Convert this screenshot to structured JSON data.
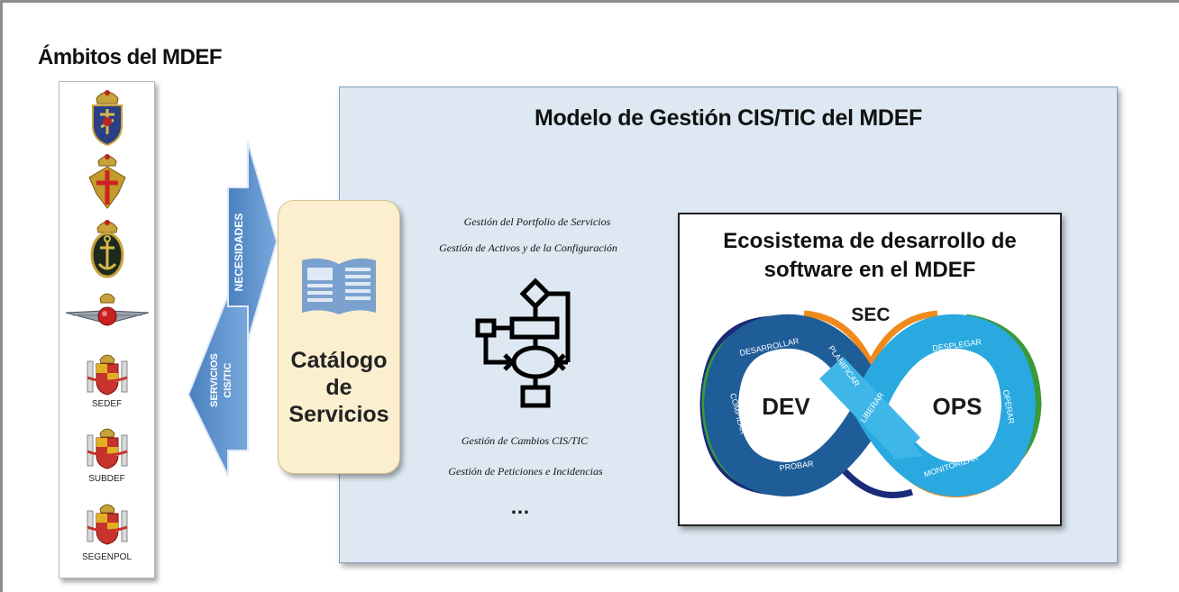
{
  "ambitos": {
    "title": "Ámbitos del MDEF",
    "emblems": [
      {
        "icon": "defense-staff-emblem-icon",
        "label": ""
      },
      {
        "icon": "army-emblem-icon",
        "label": ""
      },
      {
        "icon": "navy-emblem-icon",
        "label": ""
      },
      {
        "icon": "air-force-emblem-icon",
        "label": ""
      },
      {
        "icon": "spain-coat-of-arms-icon",
        "label": "SEDEF"
      },
      {
        "icon": "spain-coat-of-arms-icon",
        "label": "SUBDEF"
      },
      {
        "icon": "spain-coat-of-arms-icon",
        "label": "SEGENPOL"
      }
    ]
  },
  "arrows": {
    "up_label": "NECESIDADES",
    "down_label_line1": "SERVICIOS",
    "down_label_line2": "CIS/TIC",
    "color": "#5b8fc9"
  },
  "catalog": {
    "title_line1": "Catálogo de",
    "title_line2": "Servicios",
    "icon": "open-book-icon",
    "color": "#fbefcf"
  },
  "model": {
    "title": "Modelo de Gestión CIS/TIC del MDEF",
    "gestion_top": [
      "Gestión del Portfolio de Servicios",
      "Gestión de Activos y de la Configuración"
    ],
    "flowchart_icon": "flowchart-icon",
    "gestion_bottom": [
      "Gestión de Cambios CIS/TIC",
      "Gestión de Peticiones e Incidencias"
    ],
    "ellipsis": "…",
    "color": "#dde8f2"
  },
  "ecosystem": {
    "title_line1": "Ecosistema de desarrollo de",
    "title_line2": "software en el MDEF",
    "loop": {
      "sec": "SEC",
      "dev": "DEV",
      "ops": "OPS",
      "dev_steps": [
        "DESARROLLAR",
        "PLANIFICAR",
        "COMPILAR",
        "PROBAR"
      ],
      "center_step": "LIBERAR",
      "ops_steps": [
        "DESPLEGAR",
        "OPERAR",
        "MONITORIZAR"
      ],
      "colors": {
        "dev_dark": "#1f5d99",
        "ops_light": "#29a9e0",
        "ring_green": "#3a9a3a",
        "ring_orange": "#f08a1c",
        "ring_navy": "#1b2b7a"
      }
    }
  }
}
